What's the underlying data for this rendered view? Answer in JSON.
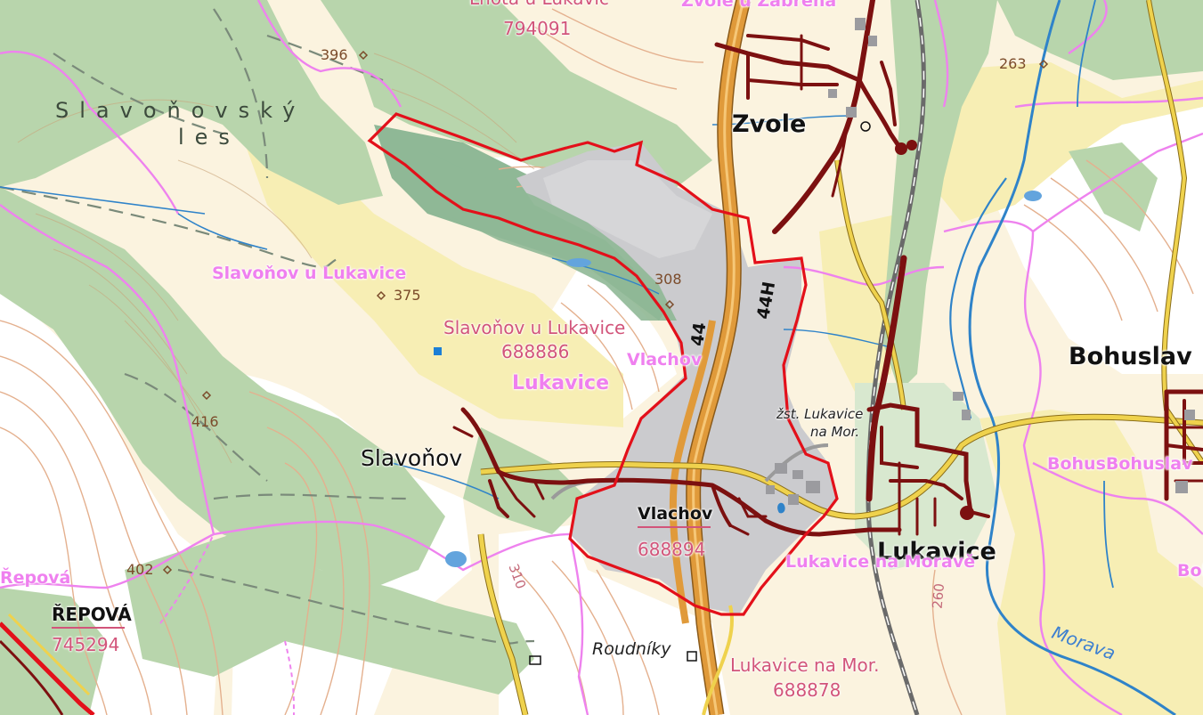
{
  "places": {
    "zvole": "Zvole",
    "slavonov": "Slavoňov",
    "lukavice": "Lukavice",
    "bohuslav": "Bohuslav",
    "repova": "ŘEPOVÁ",
    "roudniky": "Roudníky"
  },
  "forest": {
    "line1": "Slavoňovský",
    "line2": "les"
  },
  "cadastral": [
    {
      "name": "Slavoňov u Lukavice",
      "code": "688886"
    },
    {
      "name": "Vlachov",
      "code": "688894"
    },
    {
      "name": "Lukavice na Mor.",
      "code": "688878"
    },
    {
      "name": "",
      "code": "745294"
    },
    {
      "name": "",
      "code": "794091"
    }
  ],
  "top_cut_labels": {
    "left": "Lhota u Lukavic",
    "right": "Zvole u Zábřeha"
  },
  "pink_labels": {
    "slavonov_lukavice": "Slavoňov u Lukavice",
    "lukavice": "Lukavice",
    "vlachov": "Vlachov",
    "lukavice_na_morave": "Lukavice na Moravě",
    "bohus_bohuslav": "BohusBohuslav",
    "repova_cut": "Řepová",
    "boh_cut": "Boh"
  },
  "station": {
    "line1": "žst. Lukavice",
    "line2": "na Mor."
  },
  "roads": {
    "r44": "44",
    "r44h": "44H"
  },
  "river": "Morava",
  "elevations": {
    "e396": "396",
    "e263": "263",
    "e375": "375",
    "e308": "308",
    "e416": "416",
    "e402": "402",
    "e310": "310",
    "e260": "260"
  },
  "colors": {
    "forest": "#b8d5ac",
    "forest_dark": "#8fb896",
    "meadow": "#f7eeb4",
    "built_area": "#cbcbce",
    "boundary_red": "#e3101a",
    "pink_boundary": "#ee82ee",
    "highway": "#e09a3a",
    "road_yellow": "#efd24d",
    "rail": "#6a6a6a",
    "water": "#2f83c9",
    "network": "#7c1010",
    "contour": "#e4b08e"
  }
}
